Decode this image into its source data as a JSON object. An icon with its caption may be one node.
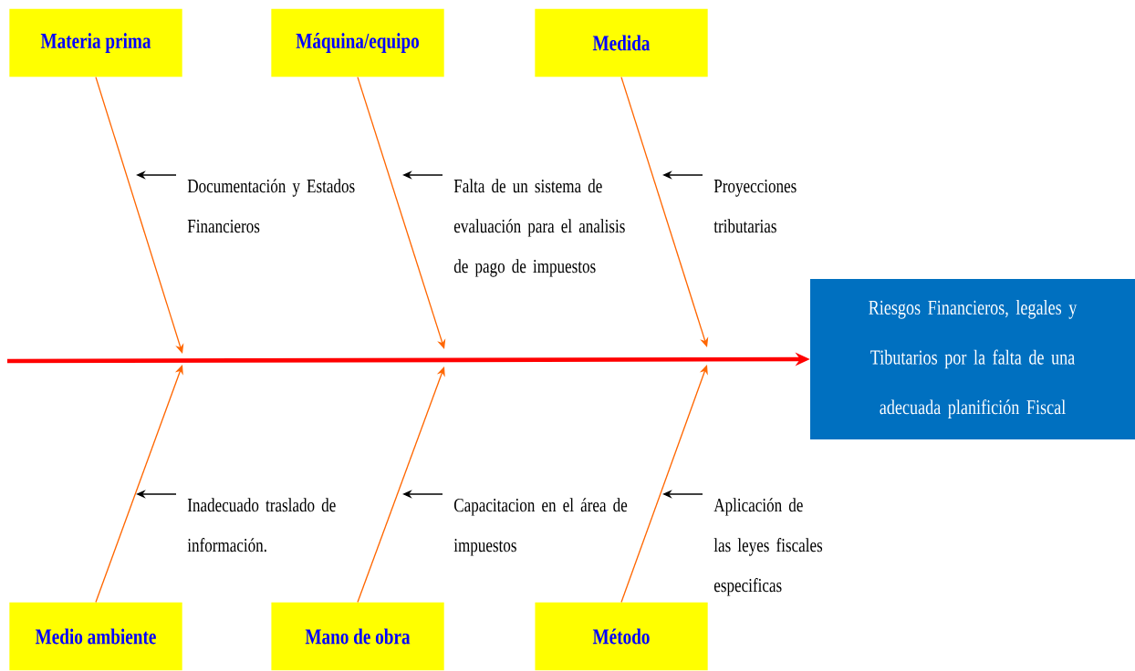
{
  "diagram": {
    "nodes": [
      {
        "text": [
          "Materia prima"
        ]
      },
      {
        "text": [
          "Máquina/equipo"
        ]
      },
      {
        "text": [
          "Medida"
        ]
      },
      {
        "text": [
          "Medio ambiente"
        ]
      },
      {
        "text": [
          "Mano de obra"
        ]
      },
      {
        "text": [
          "Método"
        ]
      },
      {
        "text": [
          "Riesgos Financieros, legales y Tibutarios por la falta de una adecuada planifición Fiscal"
        ]
      },
      {
        "text": [
          "Documentación y Estados Financieros"
        ]
      },
      {
        "text": [
          "Falta de un sistema de evaluación para el analisis de pago de impuestos"
        ]
      },
      {
        "text": [
          "Proyecciones tributarias"
        ]
      },
      {
        "text": [
          "Inadecuado traslado de información."
        ]
      },
      {
        "text": [
          "Capacitacion en el área de impuestos"
        ]
      },
      {
        "text": [
          "Aplicación de las leyes fiscales especificas"
        ]
      }
    ],
    "edges": [
      {
        "from": 0,
        "to": null,
        "arrow": "to",
        "color": "#ff6600"
      },
      {
        "from": 1,
        "to": null,
        "arrow": "to",
        "color": "#ff6600"
      },
      {
        "from": 2,
        "to": null,
        "arrow": "to",
        "color": "#ff6600"
      },
      {
        "from": 3,
        "to": null,
        "arrow": "to",
        "color": "#ff6600"
      },
      {
        "from": 4,
        "to": null,
        "arrow": "to",
        "color": "#ff6600"
      },
      {
        "from": 5,
        "to": null,
        "arrow": "to",
        "color": "#ff6600"
      },
      {
        "from": null,
        "to": 6,
        "arrow": "to",
        "style": "thick",
        "color": "#ff0000"
      },
      {
        "from": 7,
        "to": null,
        "arrow": "to",
        "color": "#000000"
      },
      {
        "from": 8,
        "to": null,
        "arrow": "to",
        "color": "#000000"
      },
      {
        "from": 9,
        "to": null,
        "arrow": "to",
        "color": "#000000"
      },
      {
        "from": 10,
        "to": null,
        "arrow": "to",
        "color": "#000000"
      },
      {
        "from": 11,
        "to": null,
        "arrow": "to",
        "color": "#000000"
      },
      {
        "from": 12,
        "to": null,
        "arrow": "to",
        "color": "#000000"
      }
    ]
  }
}
